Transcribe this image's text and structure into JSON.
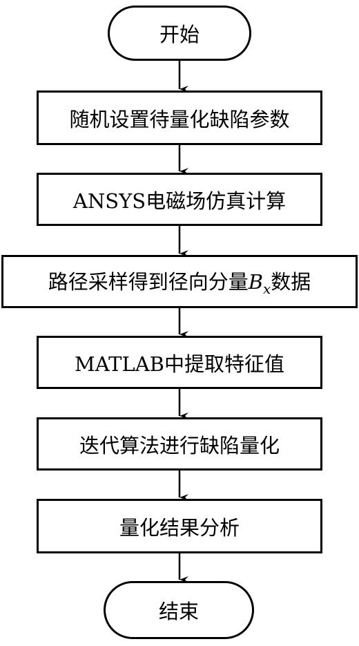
{
  "flowchart": {
    "start": {
      "label": "开始"
    },
    "steps": [
      {
        "label": "随机设置待量化缺陷参数"
      },
      {
        "label": "ANSYS电磁场仿真计算"
      },
      {
        "label_prefix": "路径采样得到径向分量",
        "label_var": "B",
        "label_sub": "x",
        "label_suffix": "数据"
      },
      {
        "label": "MATLAB中提取特征值"
      },
      {
        "label": "迭代算法进行缺陷量化"
      },
      {
        "label": "量化结果分析"
      }
    ],
    "end": {
      "label": "结束"
    }
  }
}
